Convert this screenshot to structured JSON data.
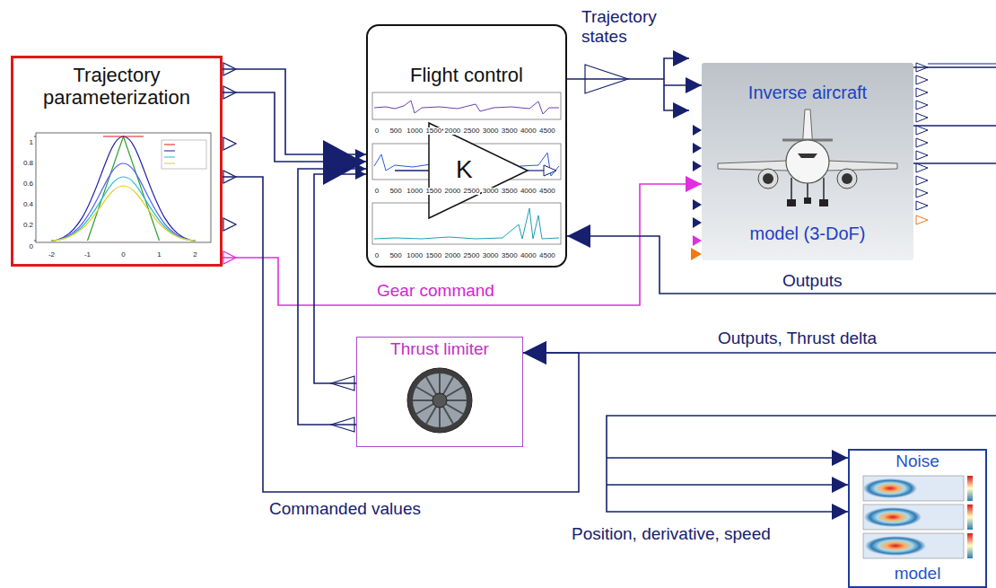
{
  "diagram": {
    "nodes": [
      {
        "text": [
          "Trajectory parameterization"
        ]
      },
      {
        "text": [
          "Flight control",
          "K"
        ]
      },
      {
        "text": [
          "Inverse aircraft",
          "model (3-DoF)"
        ]
      },
      {
        "text": [
          "Thrust limiter"
        ]
      },
      {
        "text": [
          "Noise",
          "model"
        ]
      }
    ],
    "edges": [
      {
        "from": 0,
        "to": 1,
        "arrow": "to"
      },
      {
        "from": 0,
        "to": 1,
        "arrow": "to"
      },
      {
        "from": 1,
        "to": 2,
        "label": "Trajectory states",
        "arrow": "to"
      },
      {
        "from": 0,
        "to": 2,
        "label": "Gear command",
        "arrow": "to"
      },
      {
        "from": 2,
        "to": 1,
        "label": "Outputs",
        "arrow": "to"
      },
      {
        "from": 2,
        "to": 3,
        "label": "Outputs, Thrust delta",
        "arrow": "to"
      },
      {
        "from": 3,
        "to": 1,
        "arrow": "to"
      },
      {
        "from": 3,
        "to": 1,
        "arrow": "to"
      },
      {
        "from": 0,
        "to": 3,
        "label": "Commanded values",
        "arrow": "to"
      },
      {
        "from": 2,
        "to": 4,
        "label": "Position, derivative, speed",
        "arrow": "to"
      }
    ],
    "labels": [
      "1",
      "0.8",
      "0.6",
      "0.4",
      "0.2",
      "0",
      "-2",
      "-1",
      "0",
      "1",
      "2",
      "0",
      "500",
      "1000",
      "1500",
      "2000",
      "2500",
      "3000",
      "3500",
      "4000",
      "4500",
      "0",
      "500",
      "1000",
      "1500",
      "2000",
      "2500",
      "3000",
      "3500",
      "4000",
      "4500",
      "0",
      "500",
      "1000",
      "1500",
      "2000",
      "2500",
      "3000",
      "3500",
      "4000",
      "4500"
    ]
  }
}
